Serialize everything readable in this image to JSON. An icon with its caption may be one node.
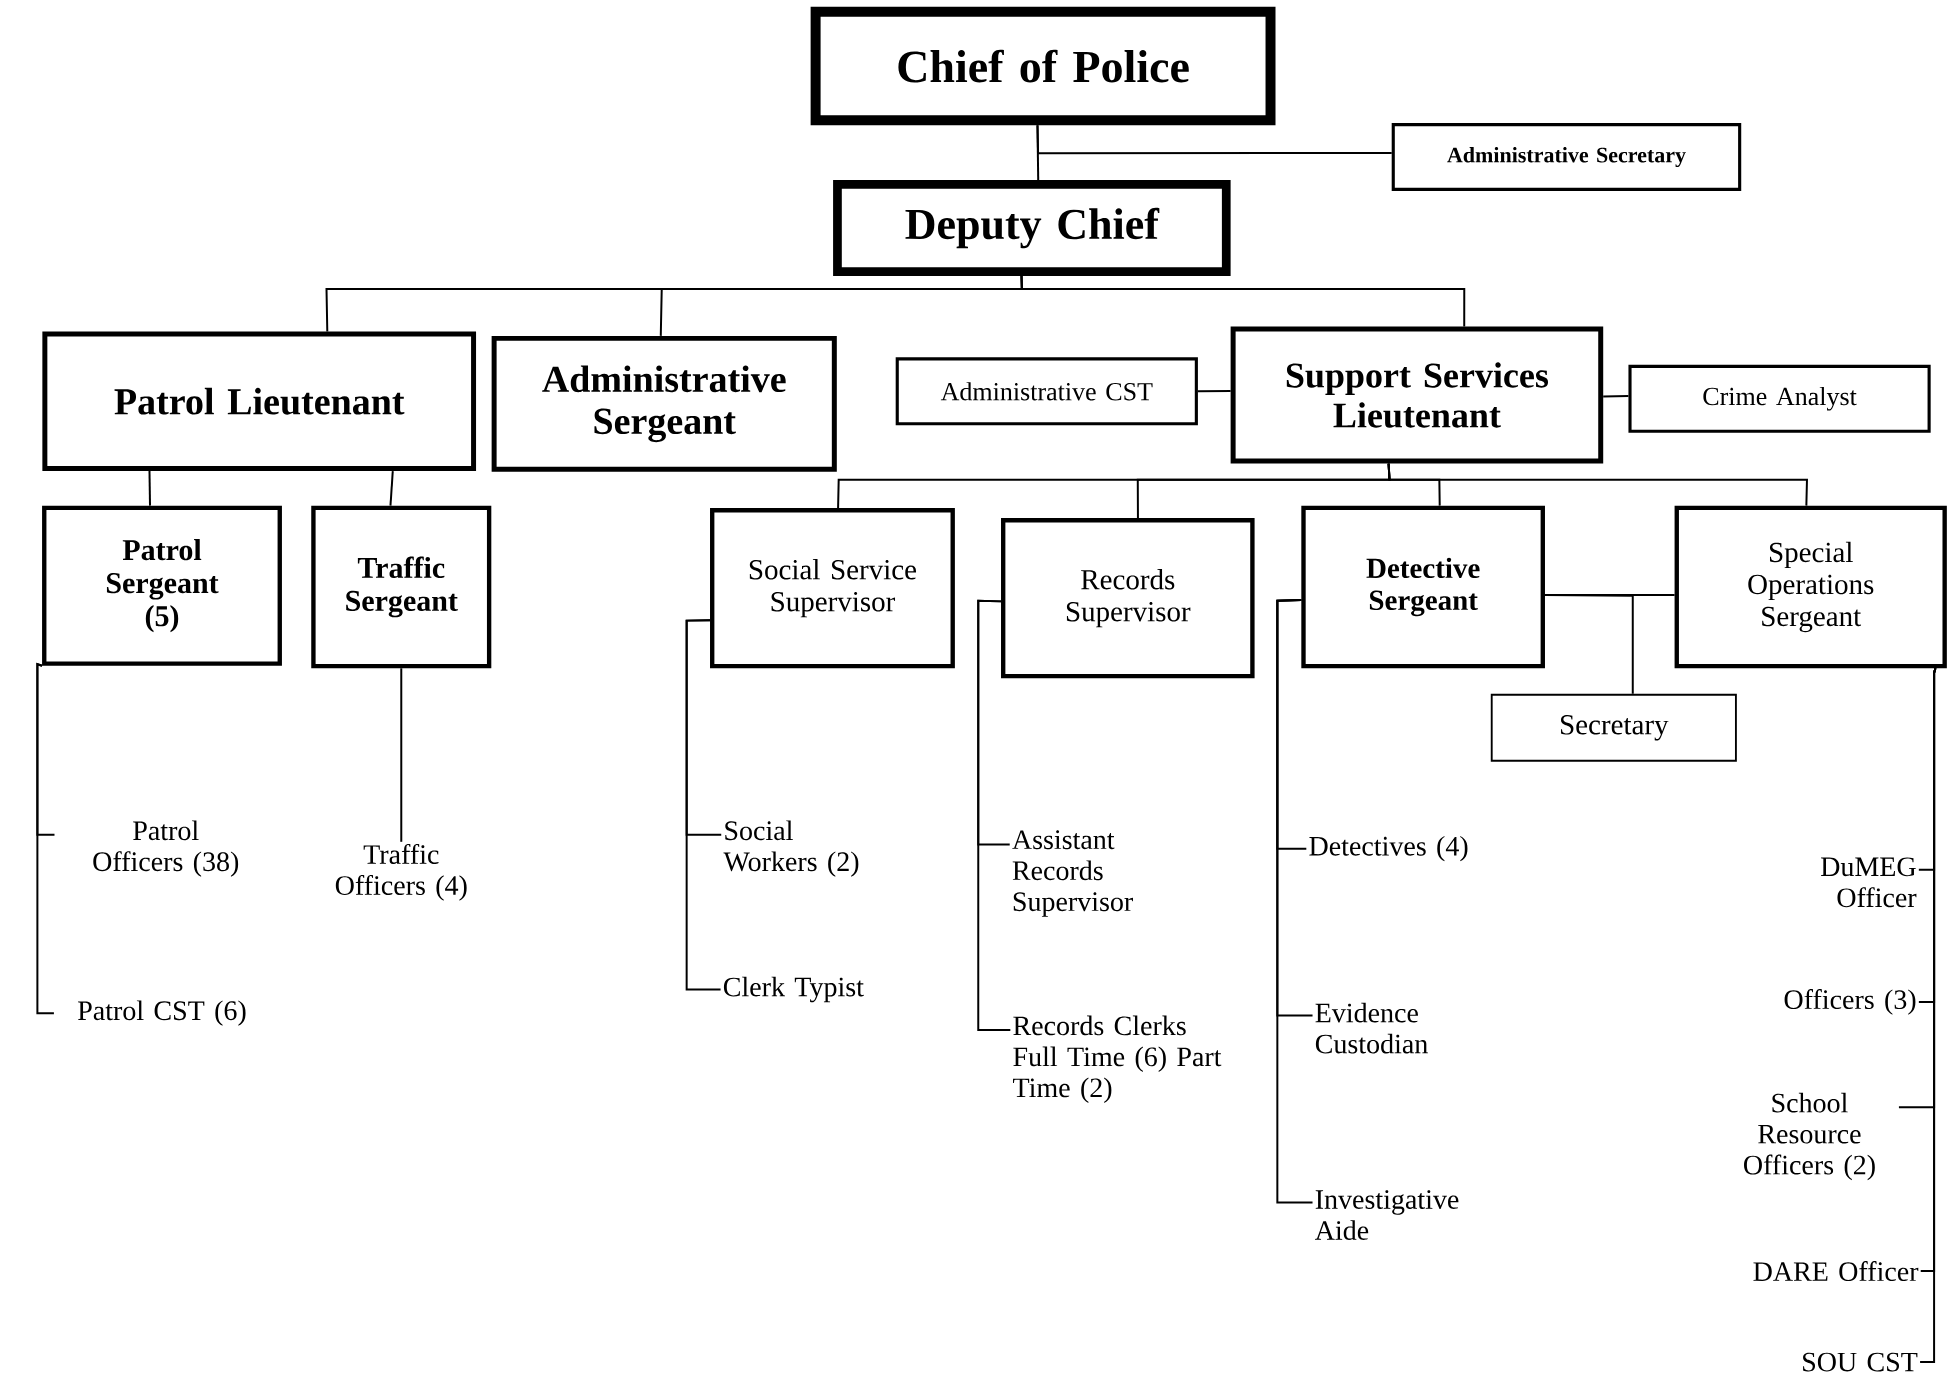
{
  "diagram": {
    "nodes": [
      {
        "text": [
          "Chief of Police"
        ]
      },
      {
        "text": [
          "Administrative Secretary"
        ]
      },
      {
        "text": [
          "Deputy Chief"
        ]
      },
      {
        "text": [
          "Patrol Lieutenant"
        ]
      },
      {
        "text": [
          "Administrative Sergeant"
        ]
      },
      {
        "text": [
          "Administrative CST"
        ]
      },
      {
        "text": [
          "Support Services Lieutenant"
        ]
      },
      {
        "text": [
          "Crime Analyst"
        ]
      },
      {
        "text": [
          "Patrol Sergeant (5)"
        ]
      },
      {
        "text": [
          "Traffic Sergeant"
        ]
      },
      {
        "text": [
          "Social Service Supervisor"
        ]
      },
      {
        "text": [
          "Records Supervisor"
        ]
      },
      {
        "text": [
          "Detective Sergeant"
        ]
      },
      {
        "text": [
          "Special Operations Sergeant"
        ]
      },
      {
        "text": [
          "Secretary"
        ]
      },
      {
        "text": [
          "Patrol Officers (38)"
        ]
      },
      {
        "text": [
          "Patrol CST (6)"
        ]
      },
      {
        "text": [
          "Traffic Officers (4)"
        ]
      },
      {
        "text": [
          "Social Workers (2)"
        ]
      },
      {
        "text": [
          "Clerk Typist"
        ]
      },
      {
        "text": [
          "Assistant Records Supervisor"
        ]
      },
      {
        "text": [
          "Records Clerks Full Time (6) Part Time (2)"
        ]
      },
      {
        "text": [
          "Detectives (4)"
        ]
      },
      {
        "text": [
          "Evidence Custodian"
        ]
      },
      {
        "text": [
          "Investigative Aide"
        ]
      },
      {
        "text": [
          "DuMEG Officer"
        ]
      },
      {
        "text": [
          "Officers (3)"
        ]
      },
      {
        "text": [
          "School Resource Officers (2)"
        ]
      },
      {
        "text": [
          "DARE Officer"
        ]
      },
      {
        "text": [
          "SOU CST"
        ]
      }
    ],
    "edges": [
      {
        "from": 0,
        "to": 2,
        "arrow": "none"
      },
      {
        "from": 0,
        "to": 1,
        "arrow": "none"
      },
      {
        "from": 2,
        "to": 3,
        "arrow": "none"
      },
      {
        "from": 2,
        "to": 4,
        "arrow": "none"
      },
      {
        "from": 2,
        "to": 6,
        "arrow": "none"
      },
      {
        "from": 5,
        "to": 6,
        "arrow": "none"
      },
      {
        "from": 6,
        "to": 7,
        "arrow": "none"
      },
      {
        "from": 3,
        "to": 8,
        "arrow": "none"
      },
      {
        "from": 3,
        "to": 9,
        "arrow": "none"
      },
      {
        "from": 6,
        "to": 10,
        "arrow": "none"
      },
      {
        "from": 6,
        "to": 11,
        "arrow": "none"
      },
      {
        "from": 6,
        "to": 12,
        "arrow": "none"
      },
      {
        "from": 6,
        "to": 13,
        "arrow": "none"
      },
      {
        "from": 12,
        "to": 13,
        "arrow": "none"
      },
      {
        "from": 12,
        "to": 14,
        "arrow": "none"
      },
      {
        "from": 8,
        "to": 15,
        "arrow": "none"
      },
      {
        "from": 8,
        "to": 16,
        "arrow": "none"
      },
      {
        "from": 9,
        "to": 17,
        "arrow": "none"
      },
      {
        "from": 10,
        "to": 18,
        "arrow": "none"
      },
      {
        "from": 10,
        "to": 19,
        "arrow": "none"
      },
      {
        "from": 11,
        "to": 20,
        "arrow": "none"
      },
      {
        "from": 11,
        "to": 21,
        "arrow": "none"
      },
      {
        "from": 12,
        "to": 22,
        "arrow": "none"
      },
      {
        "from": 12,
        "to": 23,
        "arrow": "none"
      },
      {
        "from": 12,
        "to": 24,
        "arrow": "none"
      },
      {
        "from": 13,
        "to": 25,
        "arrow": "none"
      },
      {
        "from": 13,
        "to": 26,
        "arrow": "none"
      },
      {
        "from": 13,
        "to": 27,
        "arrow": "none"
      },
      {
        "from": 13,
        "to": 28,
        "arrow": "none"
      },
      {
        "from": 13,
        "to": 29,
        "arrow": "none"
      }
    ]
  }
}
